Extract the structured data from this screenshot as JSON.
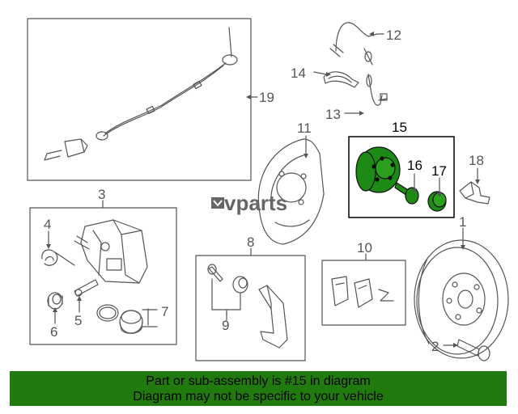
{
  "callouts": {
    "c1": "1",
    "c2": "2",
    "c3": "3",
    "c4": "4",
    "c5": "5",
    "c6": "6",
    "c7": "7",
    "c8": "8",
    "c9": "9",
    "c10": "10",
    "c11": "11",
    "c12": "12",
    "c13": "13",
    "c14": "14",
    "c15": "15",
    "c16": "16",
    "c17": "17",
    "c18": "18",
    "c19": "19"
  },
  "watermark": {
    "text": "vparts"
  },
  "colors": {
    "highlight": "#1c8a14",
    "footer_bg": "#217a0e",
    "line": "#555555"
  },
  "footer": {
    "line1": "Part or sub-assembly is #15 in diagram",
    "line2": "Diagram may not be specific to your vehicle"
  }
}
